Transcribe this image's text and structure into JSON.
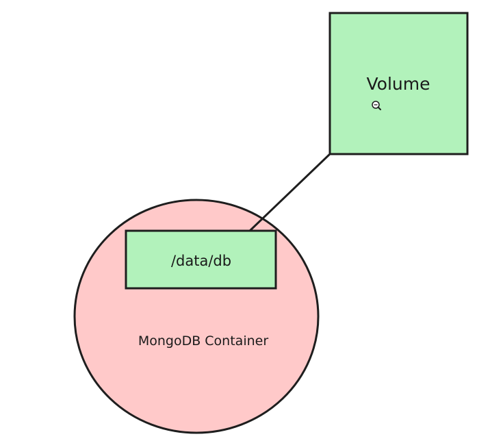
{
  "diagram": {
    "volume": {
      "label": "Volume",
      "fill": "#b2f2bb"
    },
    "mount_path": {
      "label": "/data/db",
      "fill": "#b2f2bb"
    },
    "container": {
      "label": "MongoDB Container",
      "fill": "#ffc9c9"
    },
    "stroke_color": "#1e1e1e"
  },
  "cursor": {
    "icon": "zoom-out-icon"
  }
}
